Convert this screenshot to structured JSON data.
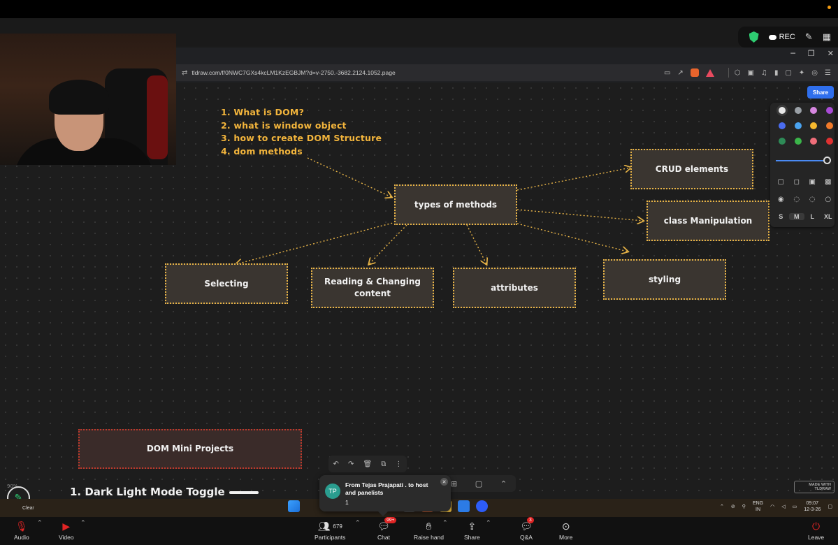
{
  "meeting": {
    "rec_label": "REC"
  },
  "browser": {
    "url": "tldraw.com/f/0NWC7GXs4kcLM1KzEGBJM?d=v-2750.-3682.2124.1052.page"
  },
  "canvas": {
    "notes": [
      "1. What is DOM?",
      "2. what is window object",
      "3. how to create DOM Structure",
      "4. dom methods"
    ],
    "center_box": "types of methods",
    "boxes": {
      "crud": "CRUD elements",
      "class_manipulation": "class Manipulation",
      "selecting": "Selecting",
      "reading_line1": "Reading & Changing",
      "reading_line2": "content",
      "attributes": "attributes",
      "styling": "styling",
      "mini_projects": "DOM Mini Projects"
    },
    "dark_toggle": "1. Dark Light Mode Toggle"
  },
  "tldraw": {
    "share_label": "Share",
    "colors": [
      "#e8e8e8",
      "#9aa0a6",
      "#d787e0",
      "#a94bd6",
      "#4a6cf0",
      "#4aa3f0",
      "#f5b82e",
      "#f07a2a",
      "#2e8b57",
      "#3bb54a",
      "#f06e7a",
      "#e03131"
    ],
    "sizes": [
      "S",
      "M",
      "L",
      "XL"
    ],
    "selected_size": "M",
    "made_with_line1": "MADE WITH",
    "made_with_line2": "TLDRAW",
    "zoom_level": "90%"
  },
  "notification": {
    "avatar": "TP",
    "title": "From Tejas Prajapati . to host and panelists",
    "message": "1"
  },
  "taskbar": {
    "weather_line2": "Clear",
    "lang_line1": "ENG",
    "lang_line2": "IN",
    "time": "09:07",
    "date": "12-3-26"
  },
  "zoom_controls": {
    "audio": "Audio",
    "video": "Video",
    "participants": "Participants",
    "participants_count": "679",
    "chat": "Chat",
    "chat_badge": "99+",
    "raise_hand": "Raise hand",
    "share": "Share",
    "qa": "Q&A",
    "qa_badge": "3",
    "more": "More",
    "leave": "Leave"
  }
}
